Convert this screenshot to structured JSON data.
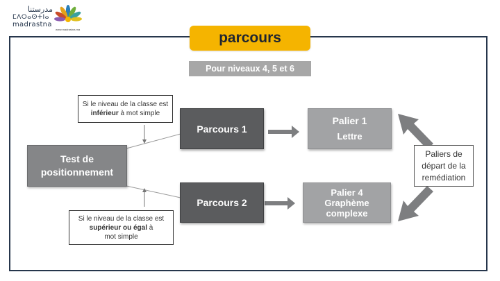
{
  "logo": {
    "arabic": "مدرستنا",
    "tifinagh": "ⵎⴷⵔⴰⵙⵜⵏⴰ",
    "latin": "madrastna",
    "url": "www.madrastna.ma"
  },
  "header": {
    "title": "parcours",
    "subtitle": "Pour niveaux 4, 5 et 6"
  },
  "diagram": {
    "test_box": "Test de positionnement",
    "parcours1": "Parcours 1",
    "parcours2": "Parcours 2",
    "palier1": {
      "title": "Palier 1",
      "label": "Lettre"
    },
    "palier4": {
      "title": "Palier 4",
      "label": "Graphème complexe"
    },
    "paliers_note": "Paliers de départ de la remédiation",
    "note_top": {
      "prefix": "Si le niveau de la classe est",
      "bold": "inférieur",
      "suffix": " à mot simple"
    },
    "note_bottom": {
      "prefix": "Si le niveau de la classe est",
      "bold": "supérieur ou égal",
      "suffix": " à",
      "end": "mot simple"
    }
  },
  "colors": {
    "accent": "#f5b400",
    "frame": "#26364c",
    "dark_box": "#5b5c5e",
    "light_box": "#a2a3a5"
  }
}
